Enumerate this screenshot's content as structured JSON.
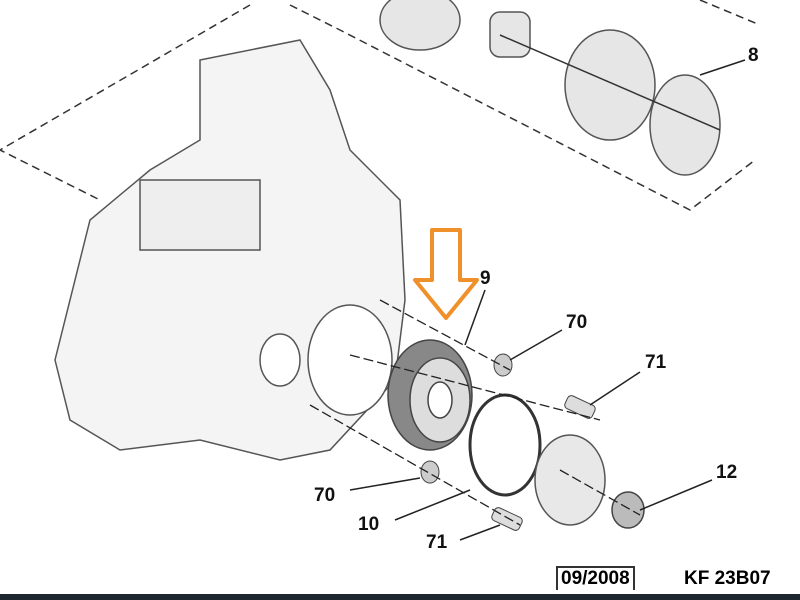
{
  "labels": {
    "p8": "8",
    "p9": "9",
    "p70a": "70",
    "p71a": "71",
    "p12": "12",
    "p70b": "70",
    "p10": "10",
    "p71b": "71"
  },
  "footer": {
    "date": "09/2008",
    "reference": "KF 23B07"
  },
  "colors": {
    "highlight_arrow": "#f0902a",
    "line": "#222222",
    "part_fill": "#f2f2f2"
  }
}
